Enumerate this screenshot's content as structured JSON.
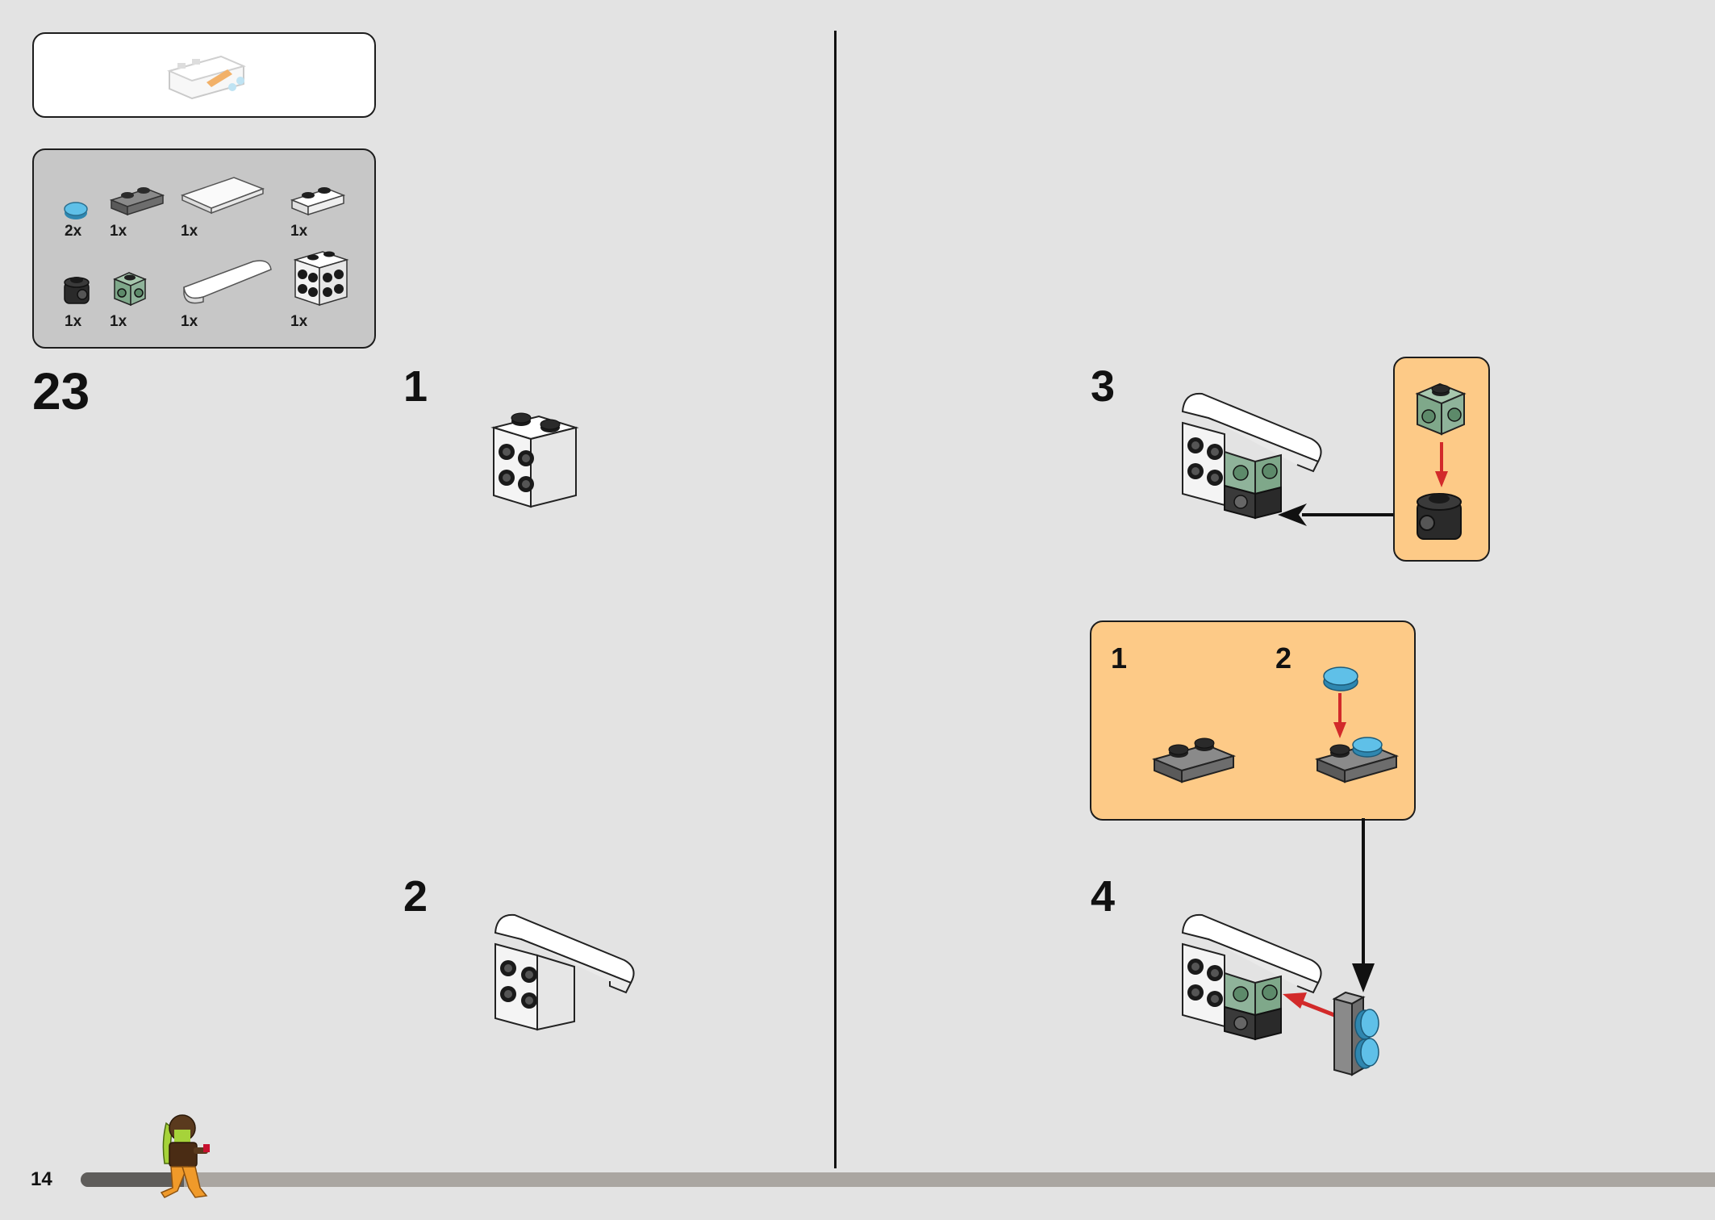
{
  "page": {
    "number": "14"
  },
  "progress": {
    "fraction": 0.063
  },
  "step": {
    "number": "23"
  },
  "submodel": {
    "icon": "small-white-vehicle-icon"
  },
  "parts": [
    {
      "icon": "trans-blue-round-tile-1x1-icon",
      "qty": "2x"
    },
    {
      "icon": "dark-gray-plate-1x2-icon",
      "qty": "1x"
    },
    {
      "icon": "white-tile-2x4-icon",
      "qty": "1x"
    },
    {
      "icon": "white-plate-1x2-icon",
      "qty": "1x"
    },
    {
      "icon": "black-round-brick-1x1-icon",
      "qty": "1x"
    },
    {
      "icon": "sand-green-brick-1x1-studs-on-side-icon",
      "qty": "1x"
    },
    {
      "icon": "white-curved-slope-1x4-icon",
      "qty": "1x"
    },
    {
      "icon": "white-brick-2x2-studs-on-side-icon",
      "qty": "1x"
    }
  ],
  "substeps": [
    {
      "number": "1"
    },
    {
      "number": "2"
    },
    {
      "number": "3"
    },
    {
      "number": "4"
    }
  ],
  "callout_sub": [
    {
      "number": "1"
    },
    {
      "number": "2"
    }
  ],
  "colors": {
    "background": "#e3e3e3",
    "callout": "#fdca87",
    "parts_box": "#c7c7c7",
    "sand_green": "#8fb39a",
    "trans_blue": "#4fb3df",
    "arrow_red": "#d22a2a",
    "dark_gray": "#5a5a5a"
  }
}
